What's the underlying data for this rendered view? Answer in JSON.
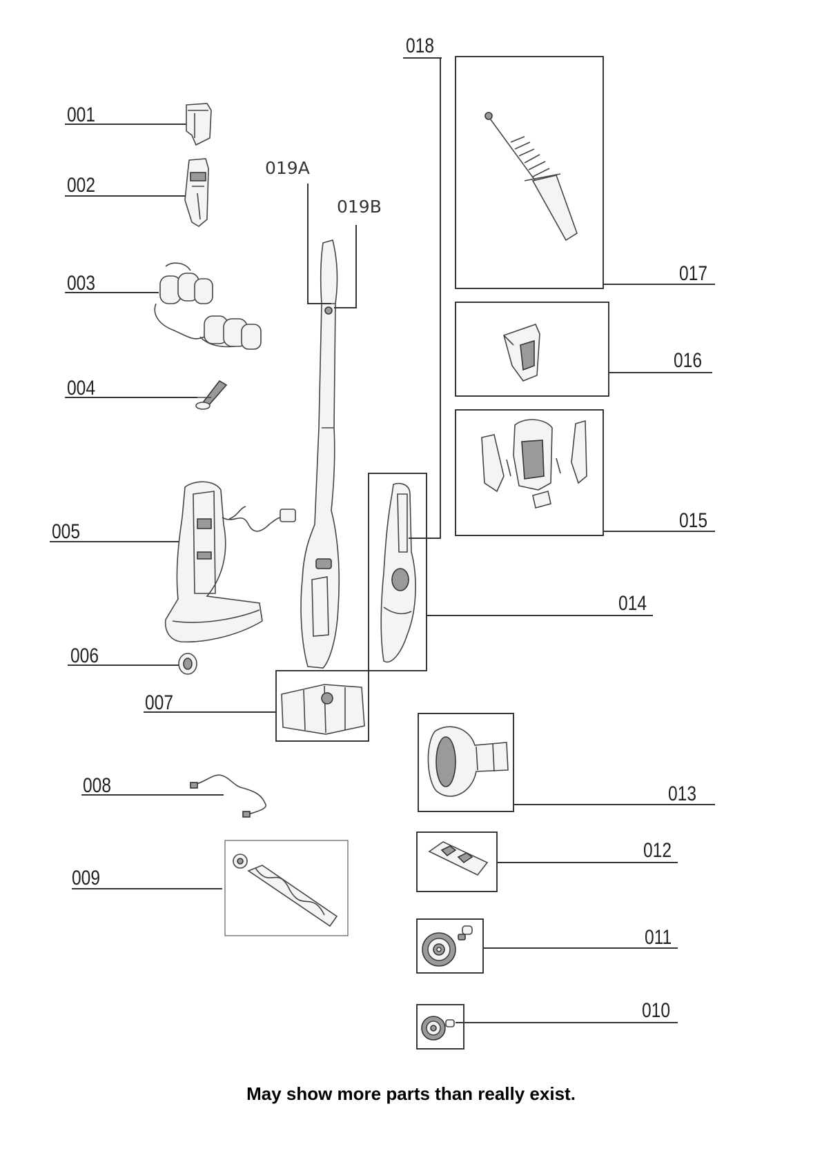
{
  "labels": {
    "p001": "001",
    "p002": "002",
    "p003": "003",
    "p004": "004",
    "p005": "005",
    "p006": "006",
    "p007": "007",
    "p008": "008",
    "p009": "009",
    "p010": "010",
    "p011": "011",
    "p012": "012",
    "p013": "013",
    "p014": "014",
    "p015": "015",
    "p016": "016",
    "p017": "017",
    "p018": "018",
    "p019a": "019A",
    "p019b": "019B"
  },
  "footnote": "May show more parts than really exist."
}
